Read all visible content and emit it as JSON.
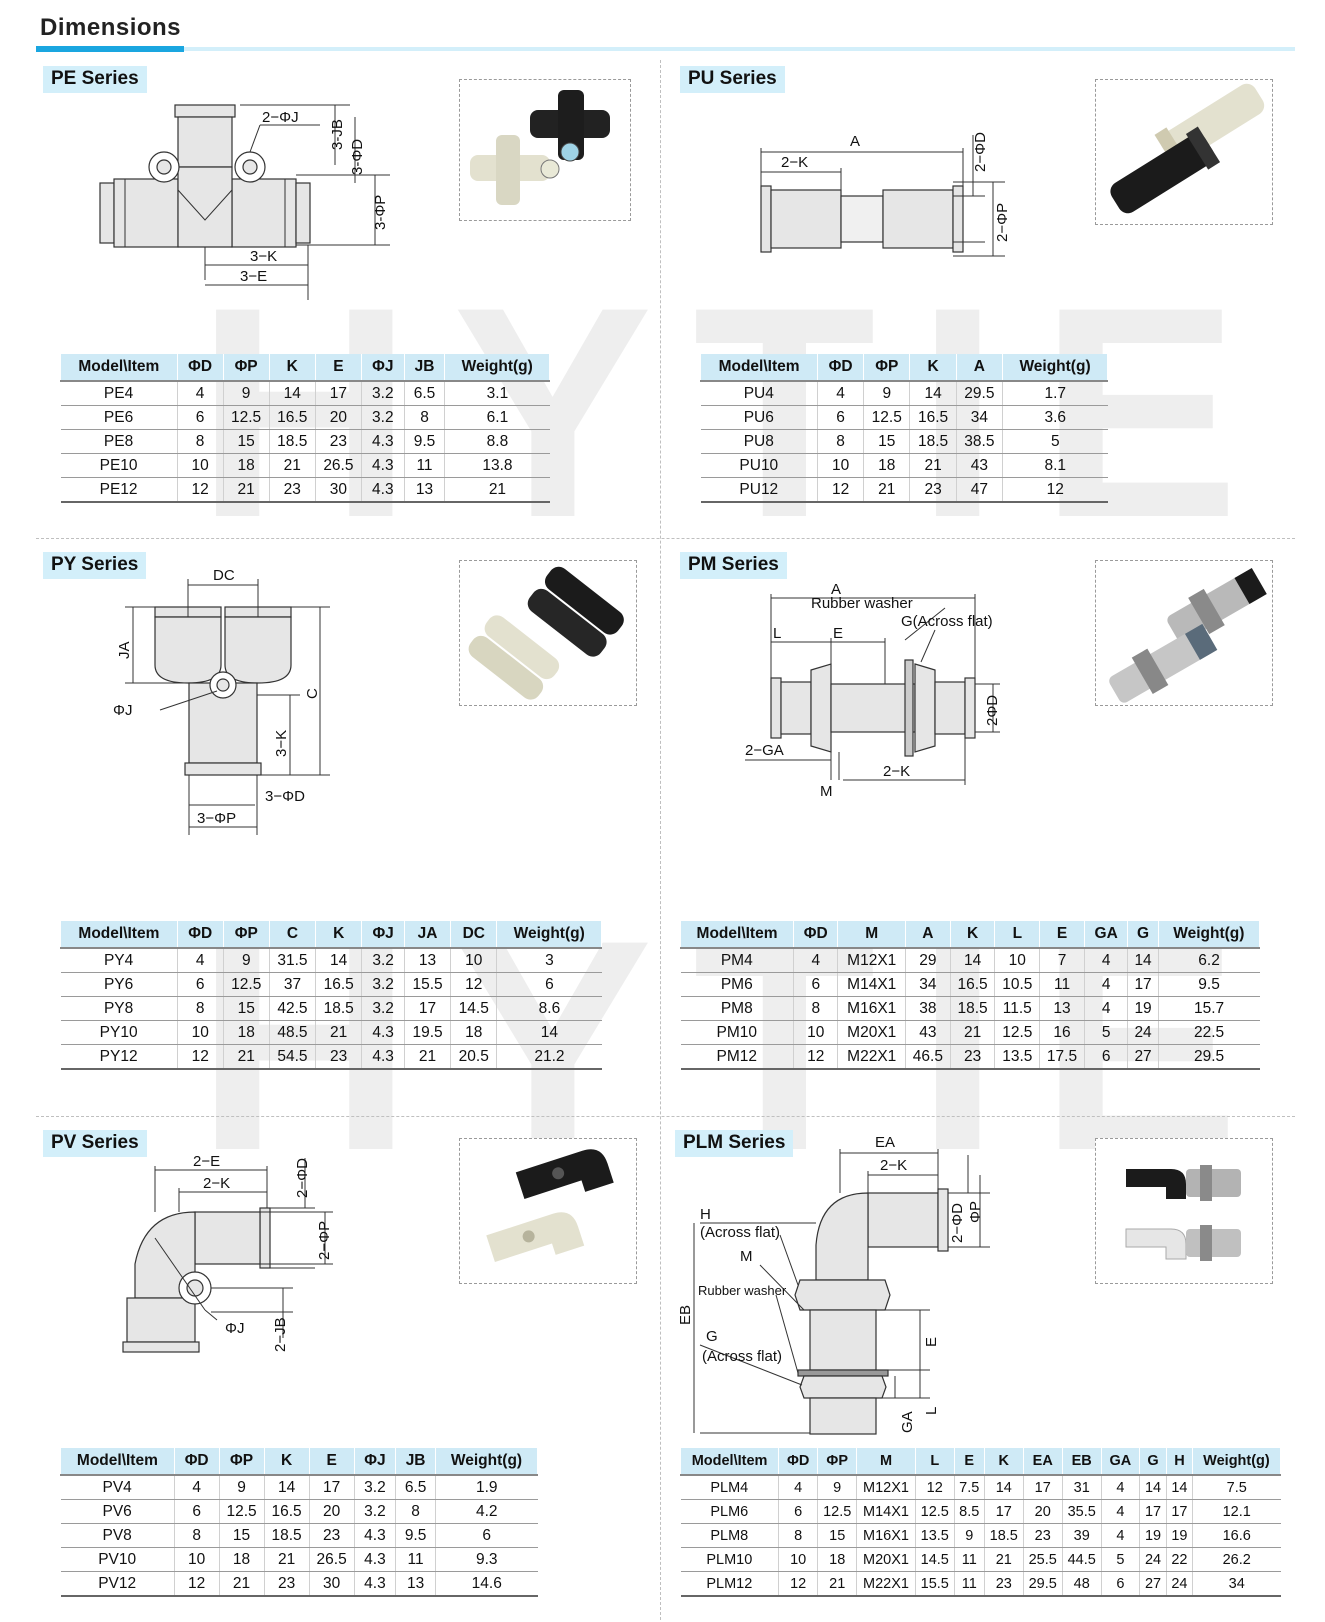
{
  "page": {
    "title": "Dimensions",
    "watermark": "HYTIE"
  },
  "sections": {
    "pe": {
      "label": "PE Series",
      "dims": [
        "2−ΦJ",
        "3-JB",
        "3-ΦD",
        "3-ΦP",
        "3−K",
        "3−E"
      ],
      "headers": [
        "Model\\Item",
        "ΦD",
        "ΦP",
        "K",
        "E",
        "ΦJ",
        "JB",
        "Weight(g)"
      ],
      "rows": [
        [
          "PE4",
          "4",
          "9",
          "14",
          "17",
          "3.2",
          "6.5",
          "3.1"
        ],
        [
          "PE6",
          "6",
          "12.5",
          "16.5",
          "20",
          "3.2",
          "8",
          "6.1"
        ],
        [
          "PE8",
          "8",
          "15",
          "18.5",
          "23",
          "4.3",
          "9.5",
          "8.8"
        ],
        [
          "PE10",
          "10",
          "18",
          "21",
          "26.5",
          "4.3",
          "11",
          "13.8"
        ],
        [
          "PE12",
          "12",
          "21",
          "23",
          "30",
          "4.3",
          "13",
          "21"
        ]
      ]
    },
    "pu": {
      "label": "PU Series",
      "dims": [
        "A",
        "2−K",
        "2−ΦD",
        "2−ΦP"
      ],
      "headers": [
        "Model\\Item",
        "ΦD",
        "ΦP",
        "K",
        "A",
        "Weight(g)"
      ],
      "rows": [
        [
          "PU4",
          "4",
          "9",
          "14",
          "29.5",
          "1.7"
        ],
        [
          "PU6",
          "6",
          "12.5",
          "16.5",
          "34",
          "3.6"
        ],
        [
          "PU8",
          "8",
          "15",
          "18.5",
          "38.5",
          "5"
        ],
        [
          "PU10",
          "10",
          "18",
          "21",
          "43",
          "8.1"
        ],
        [
          "PU12",
          "12",
          "21",
          "23",
          "47",
          "12"
        ]
      ]
    },
    "py": {
      "label": "PY Series",
      "dims": [
        "DC",
        "JA",
        "ΦJ",
        "C",
        "3−K",
        "3−ΦD",
        "3−ΦP"
      ],
      "headers": [
        "Model\\Item",
        "ΦD",
        "ΦP",
        "C",
        "K",
        "ΦJ",
        "JA",
        "DC",
        "Weight(g)"
      ],
      "rows": [
        [
          "PY4",
          "4",
          "9",
          "31.5",
          "14",
          "3.2",
          "13",
          "10",
          "3"
        ],
        [
          "PY6",
          "6",
          "12.5",
          "37",
          "16.5",
          "3.2",
          "15.5",
          "12",
          "6"
        ],
        [
          "PY8",
          "8",
          "15",
          "42.5",
          "18.5",
          "3.2",
          "17",
          "14.5",
          "8.6"
        ],
        [
          "PY10",
          "10",
          "18",
          "48.5",
          "21",
          "4.3",
          "19.5",
          "18",
          "14"
        ],
        [
          "PY12",
          "12",
          "21",
          "54.5",
          "23",
          "4.3",
          "21",
          "20.5",
          "21.2"
        ]
      ]
    },
    "pm": {
      "label": "PM Series",
      "dims": [
        "A",
        "Rubber washer",
        "G(Across flat)",
        "L",
        "E",
        "2ΦD",
        "2−GA",
        "M",
        "2−K"
      ],
      "headers": [
        "Model\\Item",
        "ΦD",
        "M",
        "A",
        "K",
        "L",
        "E",
        "GA",
        "G",
        "Weight(g)"
      ],
      "rows": [
        [
          "PM4",
          "4",
          "M12X1",
          "29",
          "14",
          "10",
          "7",
          "4",
          "14",
          "6.2"
        ],
        [
          "PM6",
          "6",
          "M14X1",
          "34",
          "16.5",
          "10.5",
          "11",
          "4",
          "17",
          "9.5"
        ],
        [
          "PM8",
          "8",
          "M16X1",
          "38",
          "18.5",
          "11.5",
          "13",
          "4",
          "19",
          "15.7"
        ],
        [
          "PM10",
          "10",
          "M20X1",
          "43",
          "21",
          "12.5",
          "16",
          "5",
          "24",
          "22.5"
        ],
        [
          "PM12",
          "12",
          "M22X1",
          "46.5",
          "23",
          "13.5",
          "17.5",
          "6",
          "27",
          "29.5"
        ]
      ]
    },
    "pv": {
      "label": "PV Series",
      "dims": [
        "2−E",
        "2−K",
        "2−ΦD",
        "2−ΦP",
        "ΦJ",
        "2−JB"
      ],
      "headers": [
        "Model\\Item",
        "ΦD",
        "ΦP",
        "K",
        "E",
        "ΦJ",
        "JB",
        "Weight(g)"
      ],
      "rows": [
        [
          "PV4",
          "4",
          "9",
          "14",
          "17",
          "3.2",
          "6.5",
          "1.9"
        ],
        [
          "PV6",
          "6",
          "12.5",
          "16.5",
          "20",
          "3.2",
          "8",
          "4.2"
        ],
        [
          "PV8",
          "8",
          "15",
          "18.5",
          "23",
          "4.3",
          "9.5",
          "6"
        ],
        [
          "PV10",
          "10",
          "18",
          "21",
          "26.5",
          "4.3",
          "11",
          "9.3"
        ],
        [
          "PV12",
          "12",
          "21",
          "23",
          "30",
          "4.3",
          "13",
          "14.6"
        ]
      ]
    },
    "plm": {
      "label": "PLM Series",
      "dims": [
        "EA",
        "2−K",
        "2−ΦD",
        "ΦP",
        "H",
        "(Across flat)",
        "M",
        "Rubber washer",
        "EB",
        "E",
        "G",
        "(Across flat)",
        "L",
        "GA"
      ],
      "headers": [
        "Model\\Item",
        "ΦD",
        "ΦP",
        "M",
        "L",
        "E",
        "K",
        "EA",
        "EB",
        "GA",
        "G",
        "H",
        "Weight(g)"
      ],
      "rows": [
        [
          "PLM4",
          "4",
          "9",
          "M12X1",
          "12",
          "7.5",
          "14",
          "17",
          "31",
          "4",
          "14",
          "14",
          "7.5"
        ],
        [
          "PLM6",
          "6",
          "12.5",
          "M14X1",
          "12.5",
          "8.5",
          "17",
          "20",
          "35.5",
          "4",
          "17",
          "17",
          "12.1"
        ],
        [
          "PLM8",
          "8",
          "15",
          "M16X1",
          "13.5",
          "9",
          "18.5",
          "23",
          "39",
          "4",
          "19",
          "19",
          "16.6"
        ],
        [
          "PLM10",
          "10",
          "18",
          "M20X1",
          "14.5",
          "11",
          "21",
          "25.5",
          "44.5",
          "5",
          "24",
          "22",
          "26.2"
        ],
        [
          "PLM12",
          "12",
          "21",
          "M22X1",
          "15.5",
          "11",
          "23",
          "29.5",
          "48",
          "6",
          "27",
          "24",
          "34"
        ]
      ]
    }
  }
}
